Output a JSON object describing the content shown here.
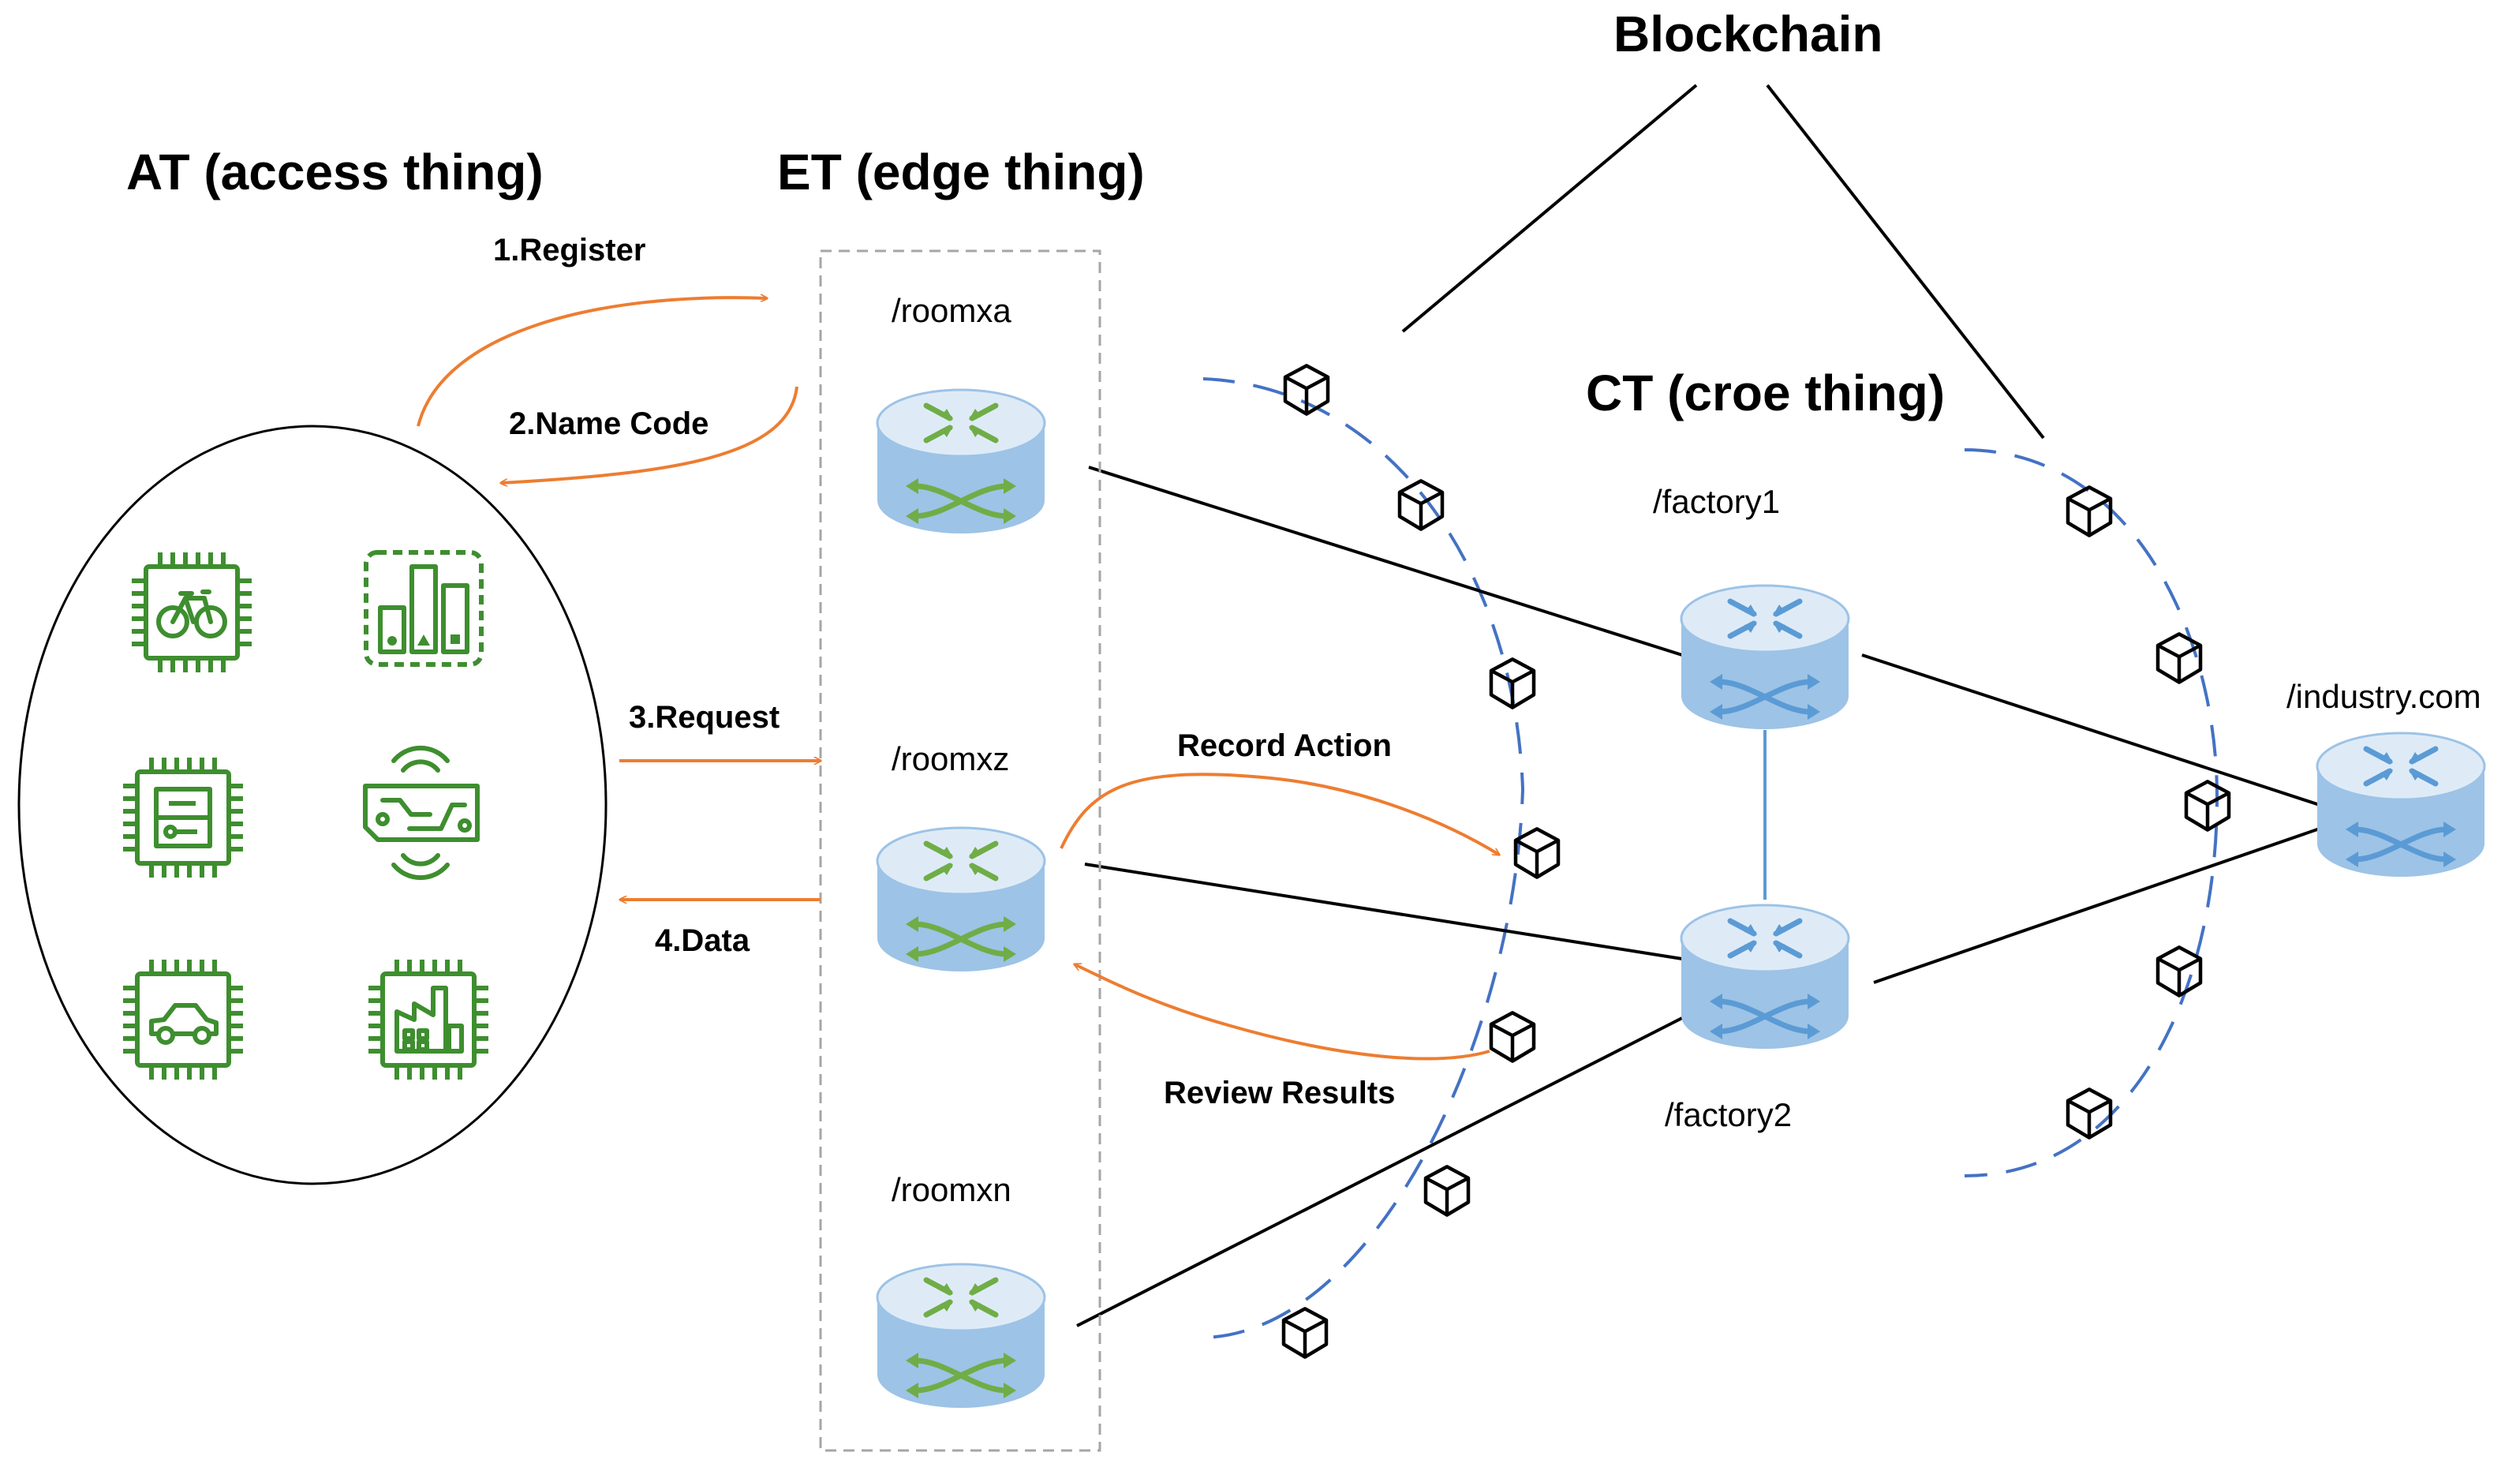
{
  "titles": {
    "at": "AT (access thing)",
    "et": "ET (edge thing)",
    "blockchain": "Blockchain",
    "ct": "CT (croe thing)"
  },
  "edges": {
    "register": "1.Register",
    "name_code": "2.Name Code",
    "request": "3.Request",
    "data": "4.Data",
    "record_action": "Record Action",
    "review_results": "Review Results"
  },
  "nodes": {
    "roomxa": "/roomxa",
    "roomxz": "/roomxz",
    "roomxn": "/roomxn",
    "factory1": "/factory1",
    "factory2": "/factory2",
    "industry": "/industry.com"
  },
  "icons": [
    "bicycle-chip-icon",
    "bar-chart-icon",
    "circuit-chip-icon",
    "sensor-board-icon",
    "car-chip-icon",
    "factory-chip-icon"
  ],
  "colors": {
    "arrow": "#ED7D31",
    "router_body": "#9DC3E6",
    "router_top": "#DEEBF7",
    "et_arrows": "#70AD47",
    "ct_arrows": "#5B9BD5",
    "chain": "#4472C4",
    "icon_green": "#3E8E2F",
    "dashed_box": "#A6A6A6"
  }
}
